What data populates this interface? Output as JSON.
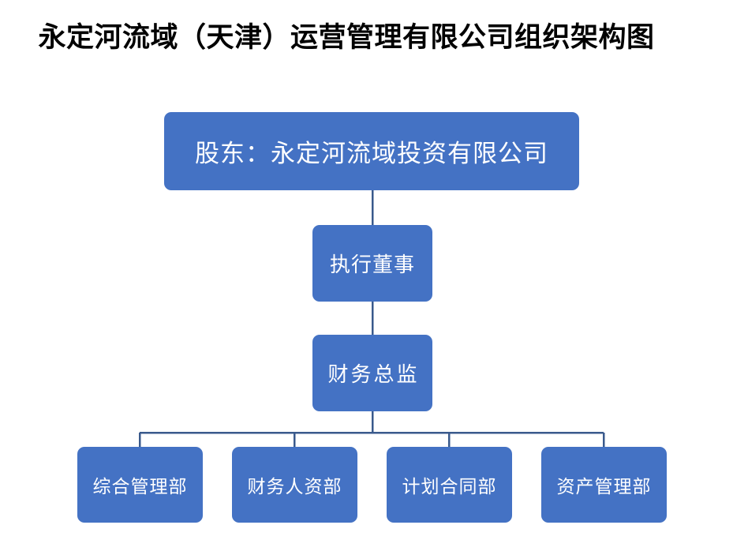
{
  "document": {
    "title": "永定河流域（天津）运营管理有限公司组织架构图",
    "background_color": "#FFFFFF",
    "node_fill_color": "#4472C4",
    "node_text_color": "#FFFFFF",
    "connector_color": "#3A5A8C",
    "title_text_color": "#000000"
  },
  "chart": {
    "type": "organization-chart",
    "levels": [
      {
        "level": 1,
        "nodes": [
          {
            "label": "股东：永定河流域投资有限公司"
          }
        ]
      },
      {
        "level": 2,
        "nodes": [
          {
            "label": "执行董事"
          }
        ]
      },
      {
        "level": 3,
        "nodes": [
          {
            "label": "财务总监"
          }
        ]
      },
      {
        "level": 4,
        "nodes": [
          {
            "label": "综合管理部"
          },
          {
            "label": "财务人资部"
          },
          {
            "label": "计划合同部"
          },
          {
            "label": "资产管理部"
          }
        ]
      }
    ]
  }
}
